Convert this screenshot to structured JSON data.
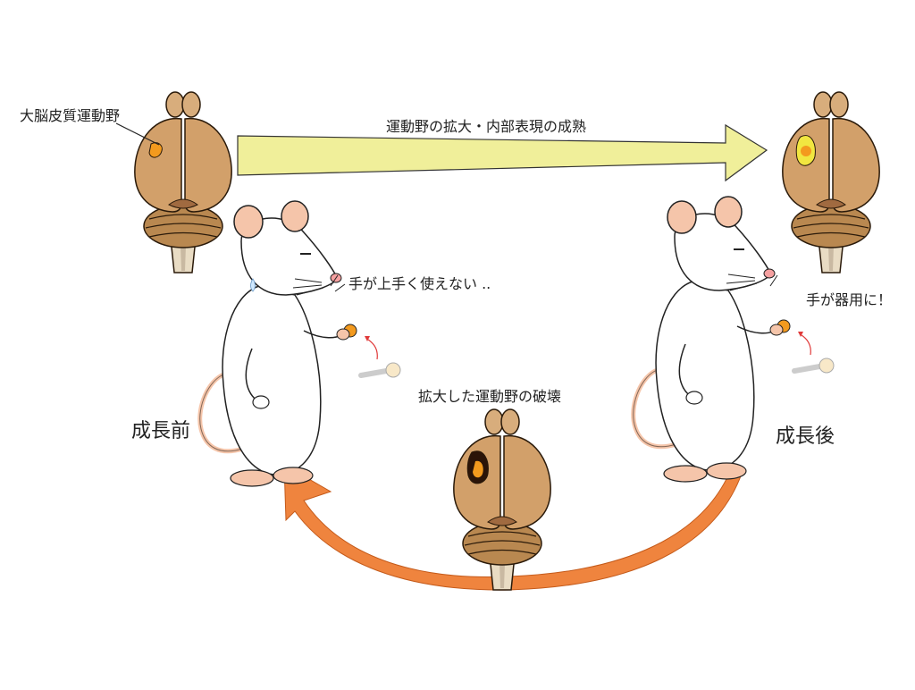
{
  "labels": {
    "motor_cortex": "大脳皮質運動野",
    "development": "運動野の拡大・内部表現の成熟",
    "clumsy_hand": "手が上手く使えない ..",
    "dexterous_hand": "手が器用に！",
    "before_growth": "成長前",
    "after_growth": "成長後",
    "lesion": "拡大した運動野の破壊"
  },
  "colors": {
    "brain": "#d2a06a",
    "brain_stroke": "#2a1a0a",
    "motor_area": "#f39a1e",
    "expanded_area": "#f1e640",
    "lesion_dark": "#2b1408",
    "top_arrow": "#f0ef9a",
    "bottom_arrow": "#ef843e",
    "rat_body": "#ffffff",
    "rat_pink": "#f5c5aa"
  }
}
